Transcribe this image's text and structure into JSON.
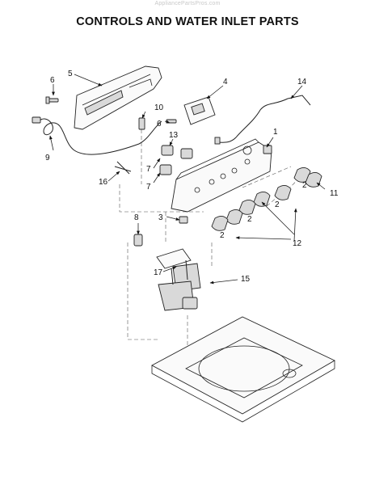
{
  "watermark": "AppliancePartsPros.com",
  "title": "CONTROLS AND WATER INLET PARTS",
  "callouts": {
    "c1": "1",
    "c2a": "2",
    "c2b": "2",
    "c2c": "2",
    "c2d": "2",
    "c3": "3",
    "c4": "4",
    "c5": "5",
    "c6a": "6",
    "c6b": "6",
    "c7a": "7",
    "c7b": "7",
    "c8": "8",
    "c9": "9",
    "c10": "10",
    "c11": "11",
    "c12": "12",
    "c13": "13",
    "c14": "14",
    "c15": "15",
    "c16": "16",
    "c17": "17"
  }
}
